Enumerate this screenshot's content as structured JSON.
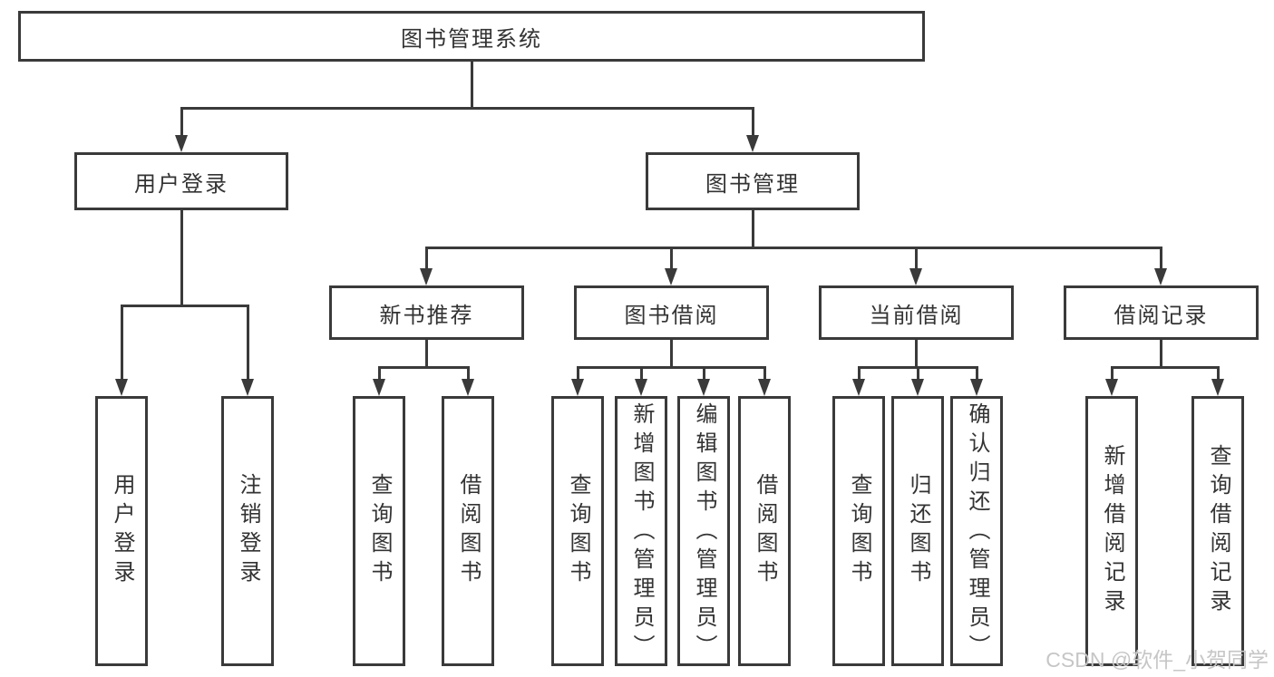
{
  "diagram": {
    "root": {
      "label": "图书管理系统"
    },
    "level2": {
      "user_login": {
        "label": "用户登录"
      },
      "book_mgmt": {
        "label": "图书管理"
      }
    },
    "level3": {
      "new_books": {
        "label": "新书推荐"
      },
      "book_borrow": {
        "label": "图书借阅"
      },
      "current_borrow": {
        "label": "当前借阅"
      },
      "borrow_records": {
        "label": "借阅记录"
      }
    },
    "leaves": {
      "user_login": [
        "用户登录",
        "注销登录"
      ],
      "new_books": [
        "查询图书",
        "借阅图书"
      ],
      "book_borrow": [
        "查询图书",
        "新增图书（管理员）",
        "编辑图书（管理员）",
        "借阅图书"
      ],
      "current_borrow": [
        "查询图书",
        "归还图书",
        "确认归还（管理员）"
      ],
      "borrow_records": [
        "新增借阅记录",
        "查询借阅记录"
      ]
    }
  },
  "watermark": {
    "text": "CSDN @软件_小贺同学"
  },
  "colors": {
    "line": "#3a3a3a",
    "text": "#333333",
    "background": "#ffffff",
    "watermark": "#c6c6c6"
  }
}
